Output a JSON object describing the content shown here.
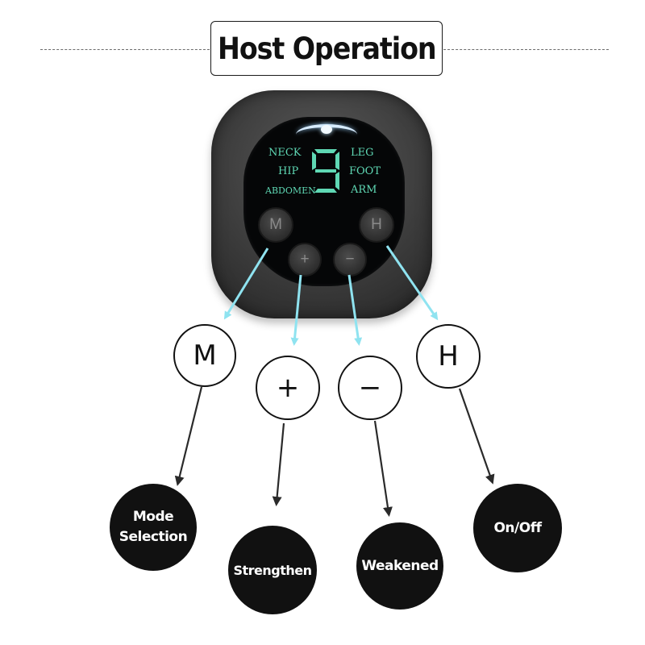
{
  "title": "Host Operation",
  "screen": {
    "labels_left": [
      "NECK",
      "HIP",
      "ABDOMEN"
    ],
    "labels_right": [
      "LEG",
      "FOOT",
      "ARM"
    ],
    "digit": "9"
  },
  "device_buttons": {
    "mode": "M",
    "plus": "+",
    "minus": "−",
    "power": "H"
  },
  "keys": [
    {
      "symbol": "M",
      "function": "Mode Selection"
    },
    {
      "symbol": "+",
      "function": "Strengthen"
    },
    {
      "symbol": "−",
      "function": "Weakened"
    },
    {
      "symbol": "H",
      "function": "On/Off"
    }
  ],
  "colors": {
    "lcd_text": "#5fd8b4",
    "pointer_arrow": "#8fe3f0",
    "label_circle": "#111111"
  }
}
